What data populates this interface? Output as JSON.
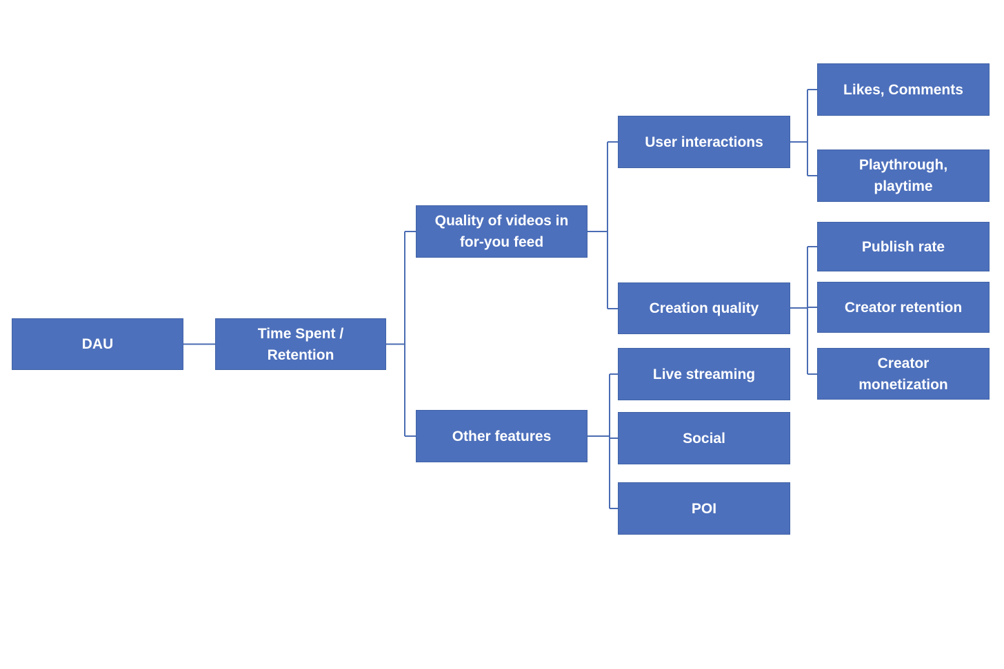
{
  "diagram": {
    "type": "tree",
    "orientation": "left-to-right",
    "background_color": "#ffffff",
    "node_fill_color": "#4d70bc",
    "node_border_color": "#3f62a6",
    "connector_color": "#4a6cb3",
    "text_color": "#ffffff",
    "nodes": [
      {
        "id": "dau",
        "label": "DAU"
      },
      {
        "id": "time-spent-retention",
        "label": "Time Spent /\nRetention"
      },
      {
        "id": "quality-of-videos",
        "label": "Quality of videos in\nfor-you feed"
      },
      {
        "id": "other-features",
        "label": "Other features"
      },
      {
        "id": "user-interactions",
        "label": "User interactions"
      },
      {
        "id": "creation-quality",
        "label": "Creation quality"
      },
      {
        "id": "live-streaming",
        "label": "Live streaming"
      },
      {
        "id": "social",
        "label": "Social"
      },
      {
        "id": "poi",
        "label": "POI"
      },
      {
        "id": "likes-comments",
        "label": "Likes, Comments"
      },
      {
        "id": "playthrough-playtime",
        "label": "Playthrough,\nplaytime"
      },
      {
        "id": "publish-rate",
        "label": "Publish rate"
      },
      {
        "id": "creator-retention",
        "label": "Creator retention"
      },
      {
        "id": "creator-monetization",
        "label": "Creator\nmonetization"
      }
    ],
    "edges": [
      {
        "from": "dau",
        "to": "time-spent-retention"
      },
      {
        "from": "time-spent-retention",
        "to": "quality-of-videos"
      },
      {
        "from": "time-spent-retention",
        "to": "other-features"
      },
      {
        "from": "quality-of-videos",
        "to": "user-interactions"
      },
      {
        "from": "quality-of-videos",
        "to": "creation-quality"
      },
      {
        "from": "user-interactions",
        "to": "likes-comments"
      },
      {
        "from": "user-interactions",
        "to": "playthrough-playtime"
      },
      {
        "from": "creation-quality",
        "to": "publish-rate"
      },
      {
        "from": "creation-quality",
        "to": "creator-retention"
      },
      {
        "from": "creation-quality",
        "to": "creator-monetization"
      },
      {
        "from": "other-features",
        "to": "live-streaming"
      },
      {
        "from": "other-features",
        "to": "social"
      },
      {
        "from": "other-features",
        "to": "poi"
      }
    ]
  }
}
